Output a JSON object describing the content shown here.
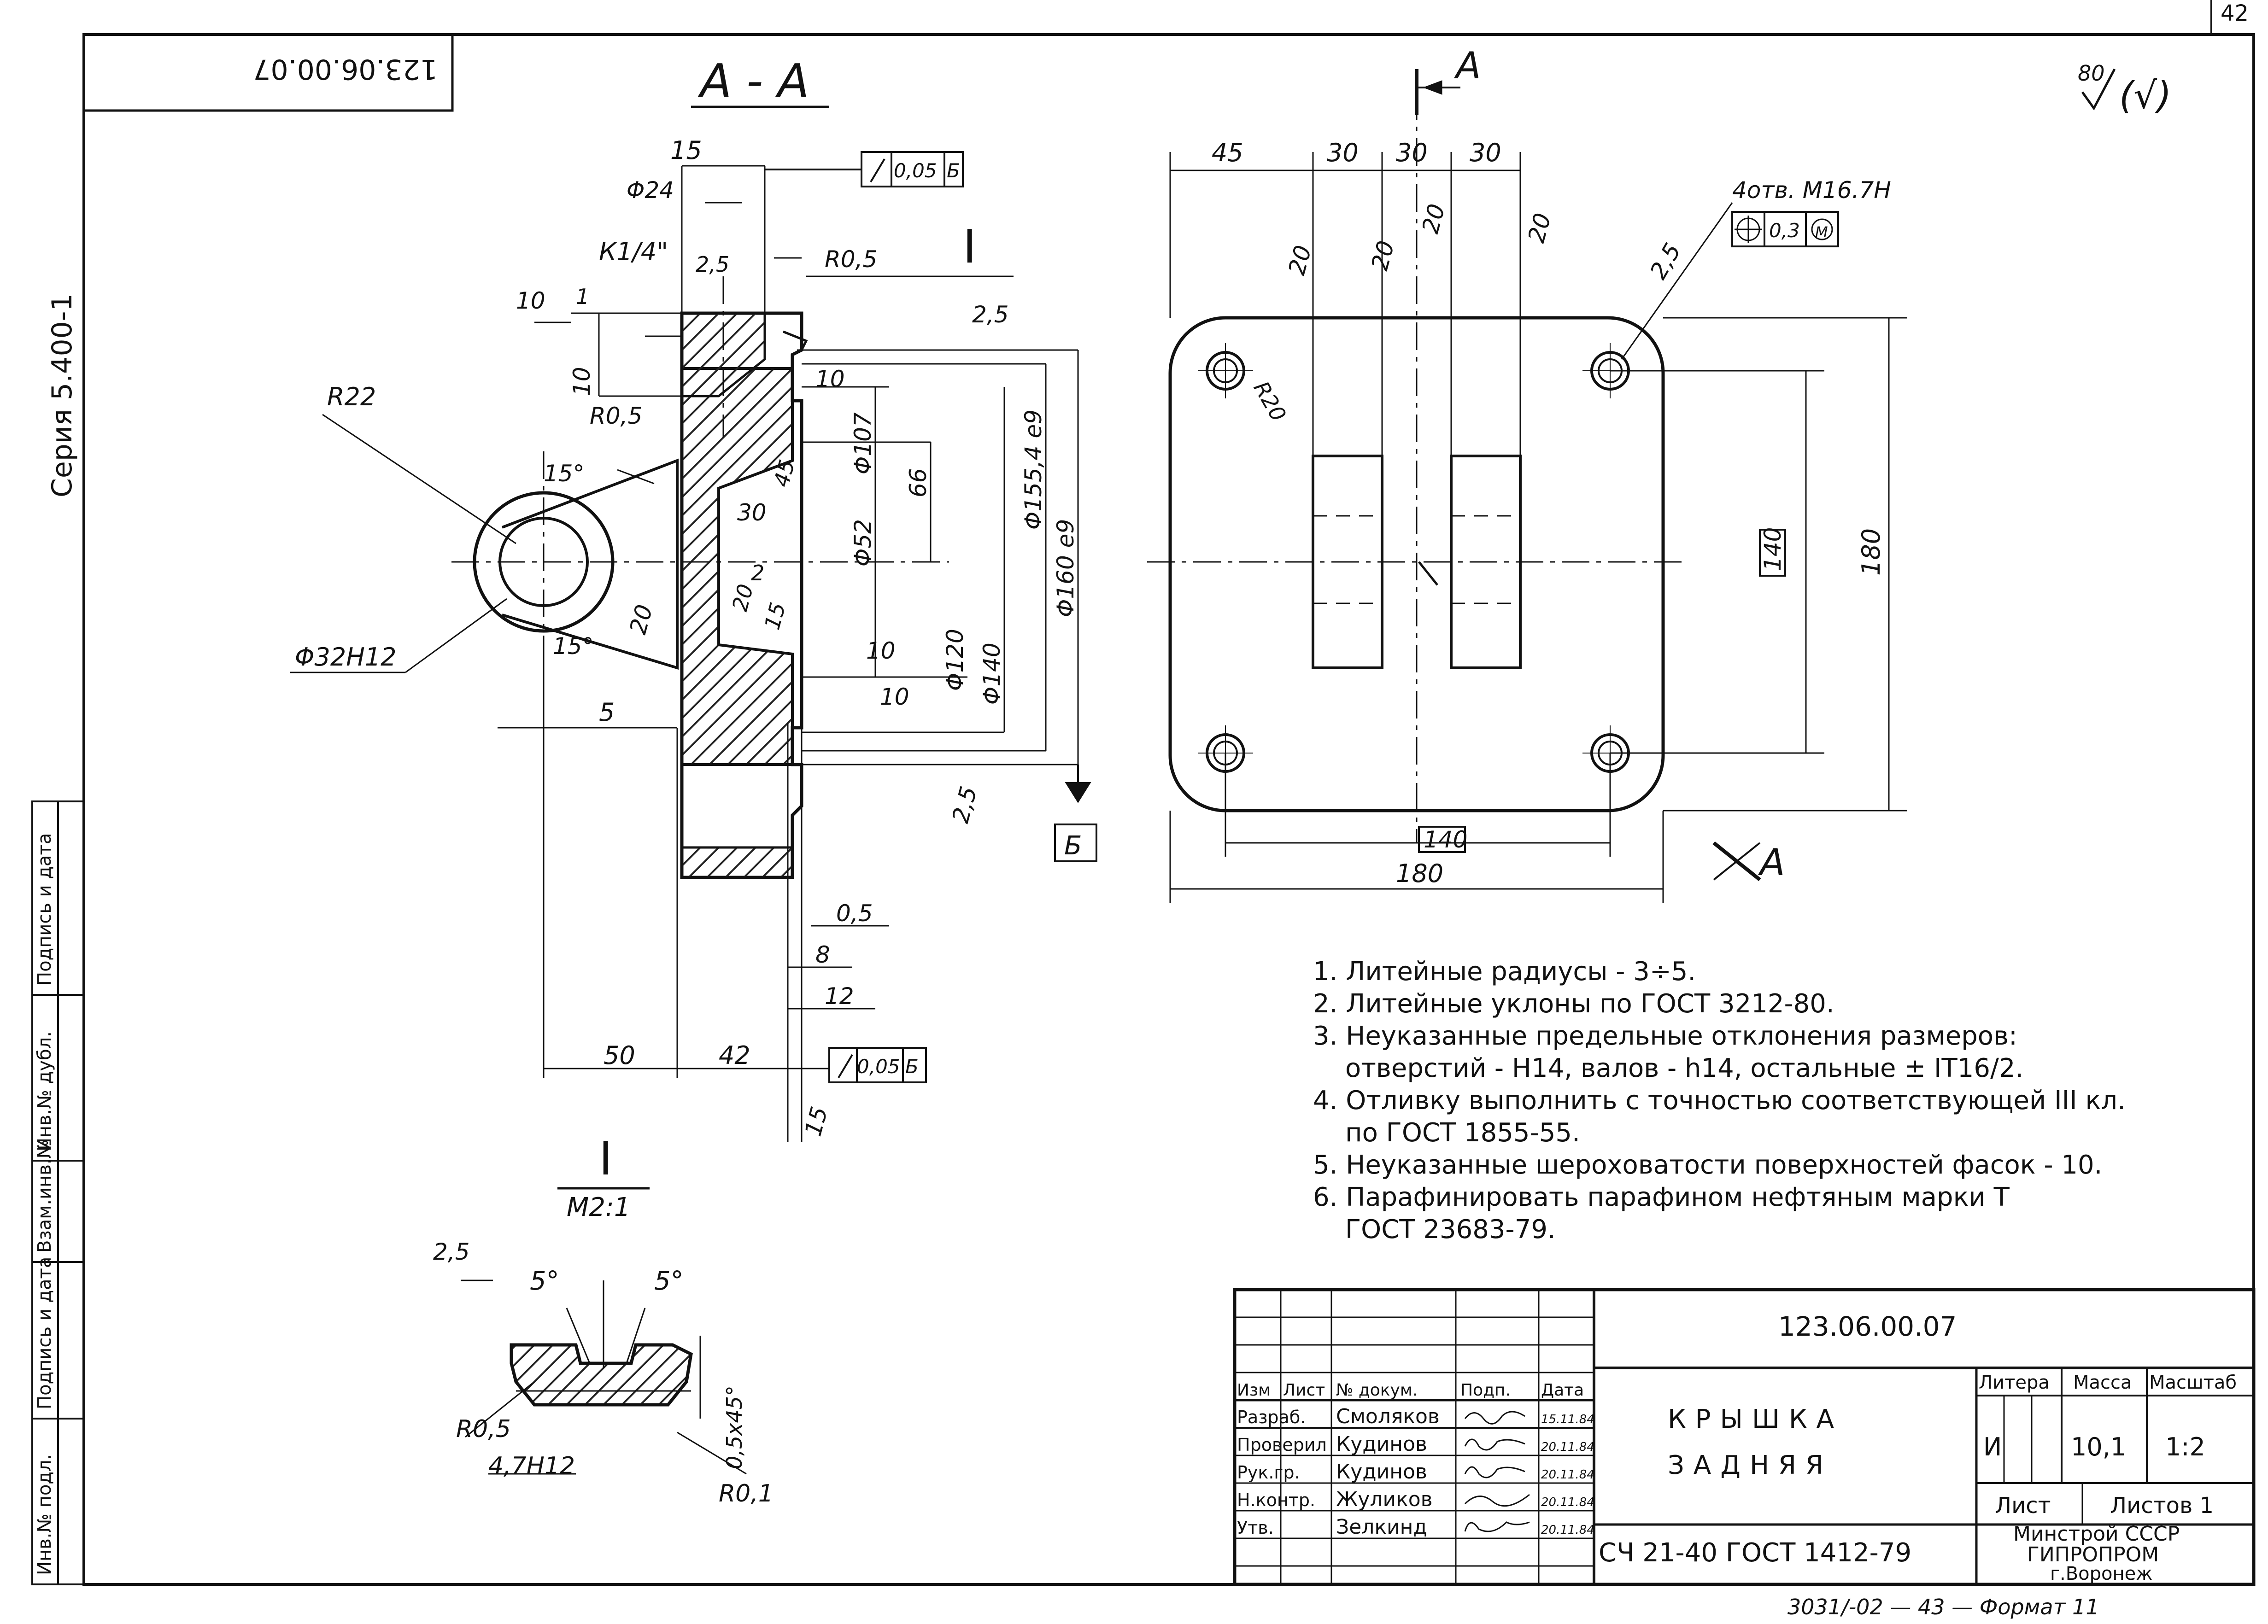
{
  "sheet": {
    "page_number": "42",
    "stamp_rotated": "123.06.00.07",
    "series": "Серия  5.400-1",
    "roughness_general": "80",
    "roughness_paren": "(√)",
    "bottom_number": "3031/-02 — 43 — Формат 11"
  },
  "side_columns": [
    "Инв.№ подл.",
    "Подпись и дата",
    "Взам.инв.№",
    "Инв.№ дубл.",
    "Подпись и дата"
  ],
  "section_view": {
    "title": "А - А",
    "dims": {
      "d15": "15",
      "flat_val": "0,05",
      "flat_base": "Б",
      "d24": "Φ24",
      "thread": "К1/4\"",
      "r05a": "R0,5",
      "r05b": "R0,5",
      "v25a": "2,5",
      "v10a": "10",
      "d1": "1",
      "d10": "10",
      "r22": "R22",
      "ang15a": "15°",
      "ang15b": "15°",
      "v20a": "20",
      "d32": "Φ32H12",
      "d5": "5",
      "d30": "30",
      "d2": "2",
      "d20": "20",
      "d15b": "15",
      "d45": "45",
      "d107": "Φ107",
      "d66": "66",
      "d52": "Φ52",
      "d120": "Φ120",
      "d140": "Φ140",
      "d155": "Φ155,4 е9",
      "d160": "Φ160 е9",
      "v10b": "10",
      "v10c": "10",
      "v10d": "10",
      "v25b": "2,5",
      "v25c": "2,5",
      "base": "Б",
      "d05": "0,5",
      "d8": "8",
      "d12": "12",
      "d50": "50",
      "d42": "42",
      "perp_val": "0,05",
      "perp_base": "Б",
      "v15": "15",
      "ref_I": "I"
    }
  },
  "detail_view": {
    "title": "I",
    "scale": "М2:1",
    "v25": "2,5",
    "ang1": "5°",
    "ang2": "5°",
    "r05": "R0,5",
    "d47": "4,7H12",
    "r01": "R0,1",
    "chamfer": "0,5х45°"
  },
  "plan_view": {
    "section_mark_top": "А",
    "section_mark_bottom": "А",
    "d45": "45",
    "d30a": "30",
    "d30b": "30",
    "d30c": "30",
    "v20a": "20",
    "v20b": "20",
    "v20c": "20",
    "v20d": "20",
    "holes": "4отв. М16.7Н",
    "pos_val": "0,3",
    "pos_mod": "M",
    "v25": "2,5",
    "r20": "R20",
    "d140v": "140",
    "d180v": "180",
    "d140h": "140",
    "d180h": "180"
  },
  "notes": [
    "1. Литейные радиусы - 3÷5.",
    "2. Литейные уклоны по ГОСТ 3212-80.",
    "3. Неуказанные предельные отклонения размеров:",
    "отверстий - Н14, валов - h14, остальные ± IT16/2.",
    "4. Отливку выполнить с точностью соответствующей III кл.",
    "по ГОСТ 1855-55.",
    "5. Неуказанные шероховатости поверхностей фасок - 10.",
    "6. Парафинировать парафином нефтяным марки Т",
    "ГОСТ 23683-79."
  ],
  "title_block": {
    "doc_number": "123.06.00.07",
    "name_line1": "КРЫШКА",
    "name_line2": "ЗАДНЯЯ",
    "material": "СЧ 21-40 ГОСТ 1412-79",
    "org_line1": "Минстрой СССР",
    "org_line2": "ГИПРОПРОМ",
    "org_line3": "г.Воронеж",
    "col_headers": [
      "Изм",
      "Лист",
      "№ докум.",
      "Подп.",
      "Дата"
    ],
    "roles": [
      {
        "role": "Разраб.",
        "name": "Смоляков",
        "date": "15.11.84"
      },
      {
        "role": "Проверил",
        "name": "Кудинов",
        "date": "20.11.84"
      },
      {
        "role": "Рук.гр.",
        "name": "Кудинов",
        "date": "20.11.84"
      },
      {
        "role": "Н.контр.",
        "name": "Жуликов",
        "date": "20.11.84"
      },
      {
        "role": "Утв.",
        "name": "Зелкинд",
        "date": "20.11.84"
      }
    ],
    "litera_label": "Литера",
    "mass_label": "Масса",
    "scale_label": "Масштаб",
    "litera": "И",
    "mass": "10,1",
    "scale": "1:2",
    "sheet_label": "Лист",
    "sheets_label": "Листов 1"
  }
}
